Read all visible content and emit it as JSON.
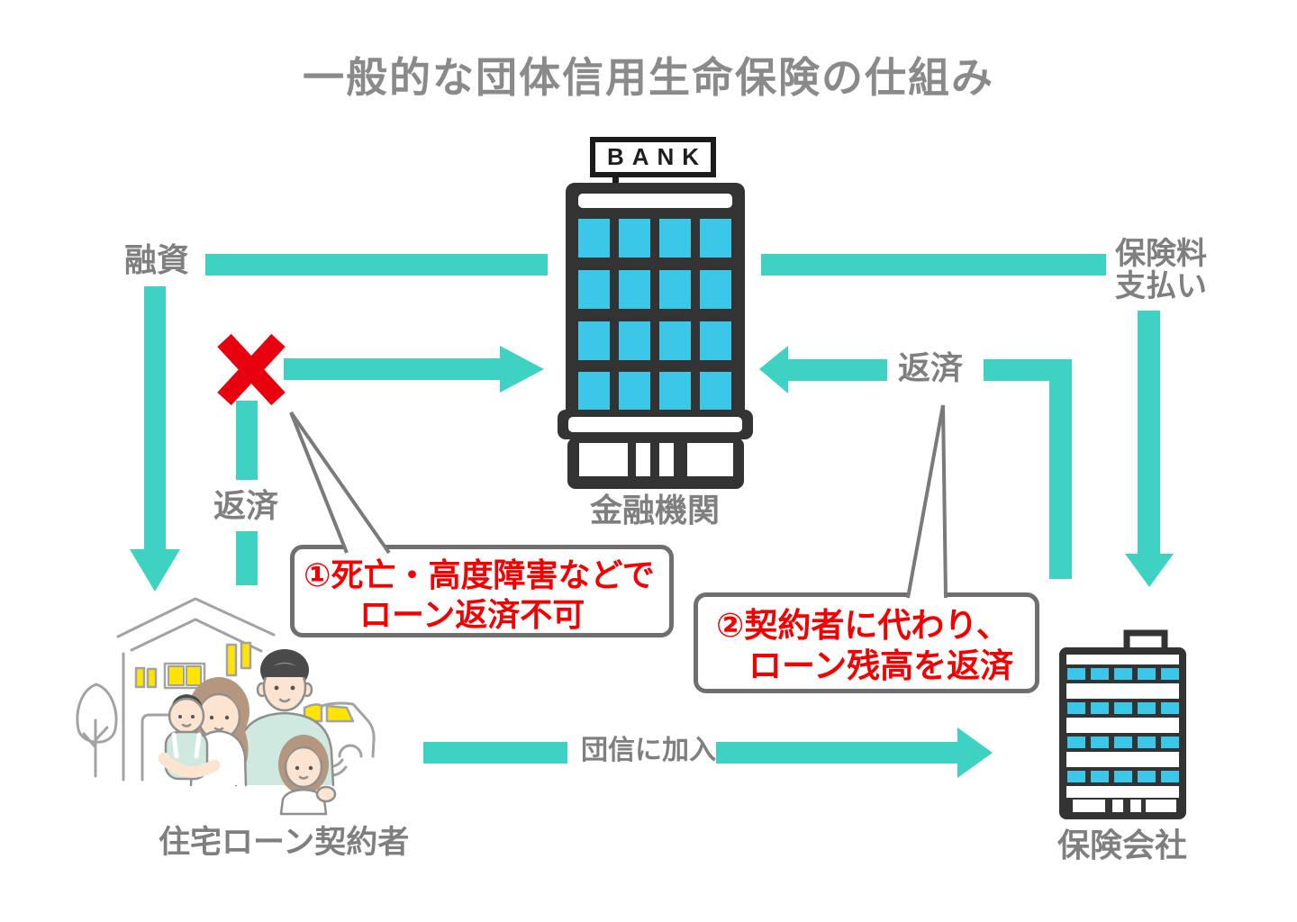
{
  "title": "一般的な団体信用生命保険の仕組み",
  "colors": {
    "teal": "#3ed2c3",
    "window_cyan": "#3ac7e8",
    "building_dark": "#333333",
    "label_gray": "#7f7f7f",
    "title_gray": "#8a8a8a",
    "red": "#e8000f",
    "callout_red": "#f40000",
    "callout_border": "#6f6f6f",
    "leader_gray": "#7a7a7a",
    "yellow": "#ffe400",
    "outline_gray": "#a3a3a3",
    "skin": "#fce4d0",
    "mint": "#cfe9e1",
    "hair_brown": "#b5977f",
    "hair_dark": "#4a4a4a"
  },
  "bank": {
    "sign": "BANK",
    "label": "金融機関"
  },
  "insurer": {
    "label": "保険会社"
  },
  "borrower": {
    "label": "住宅ローン契約者"
  },
  "arrows": {
    "loan": {
      "label": "融資"
    },
    "borrower_repayment": {
      "label": "返済"
    },
    "premium": {
      "label_line1": "保険料",
      "label_line2": "支払い"
    },
    "insurer_repayment": {
      "label": "返済"
    },
    "join": {
      "label": "団信に加入"
    }
  },
  "callouts": {
    "reason": {
      "line1": "①死亡・高度障害などで",
      "line2": "ローン返済不可"
    },
    "payout": {
      "line1": "②契約者に代わり、",
      "line2": "ローン残高を返済"
    }
  }
}
